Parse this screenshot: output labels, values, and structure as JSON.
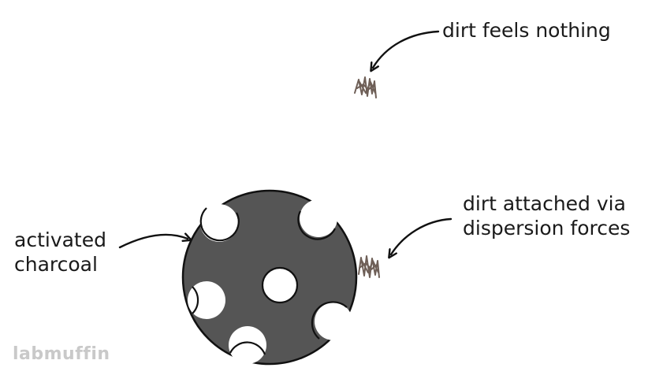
{
  "labels": {
    "dirt_free": "dirt feels nothing",
    "dirt_attached_line1": "dirt attached via",
    "dirt_attached_line2": "dispersion forces",
    "charcoal_line1": "activated",
    "charcoal_line2": "charcoal"
  },
  "watermark": "labmuffin",
  "colors": {
    "charcoal_fill": "#555555",
    "outline": "#111111",
    "dirt": "#6e5f57",
    "text": "#1a1a1a",
    "watermark": "#c9c9c9"
  }
}
